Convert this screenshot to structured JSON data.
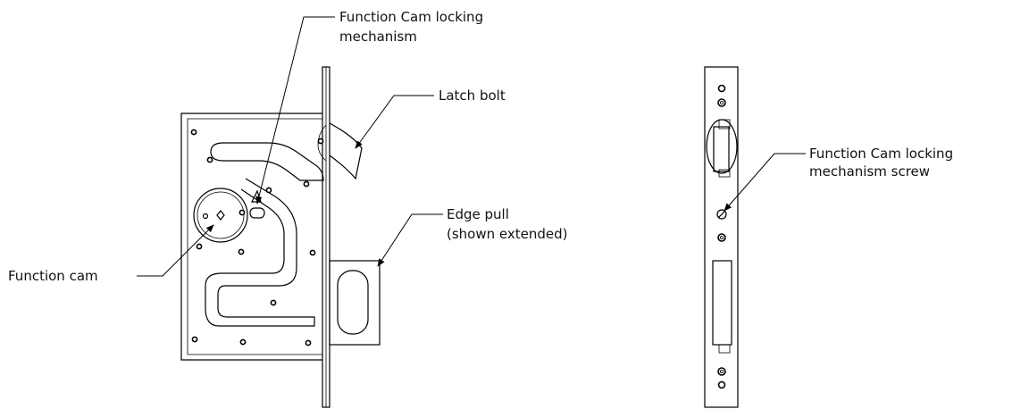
{
  "labels": {
    "cam_lock_line1": "Function Cam locking",
    "cam_lock_line2": "mechanism",
    "latch_bolt": "Latch bolt",
    "edge_pull_line1": "Edge pull",
    "edge_pull_line2": "(shown extended)",
    "function_cam": "Function cam",
    "screw_line1": "Function Cam locking",
    "screw_line2": "mechanism screw"
  }
}
